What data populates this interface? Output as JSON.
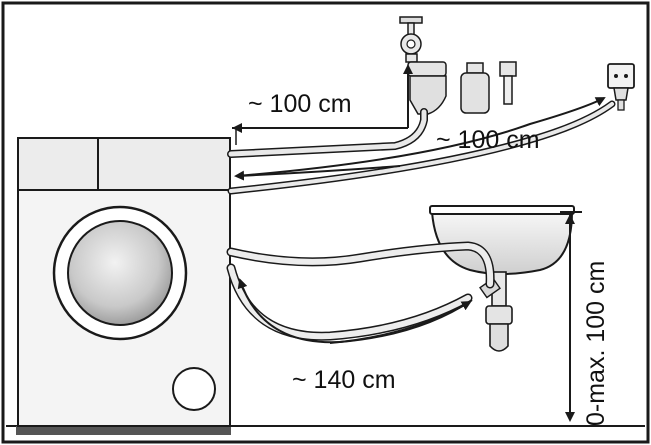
{
  "labels": {
    "water_inlet_distance": "~ 100 cm",
    "power_cable_distance": "~ 100 cm",
    "drain_hose_length": "~ 140 cm",
    "drain_height": "0-max. 100 cm"
  },
  "colors": {
    "outline": "#1a1a1a",
    "hose_fill": "#e9e9e9",
    "machine_fill": "#f4f4f4",
    "door_glass": "#bdbdbd",
    "floor": "#555555"
  },
  "icons": {
    "water_tap": "tap-icon",
    "power_socket": "socket-icon",
    "inlet_valve": "valve-icon",
    "adapter": "adapter-icon",
    "filter": "filter-icon"
  }
}
